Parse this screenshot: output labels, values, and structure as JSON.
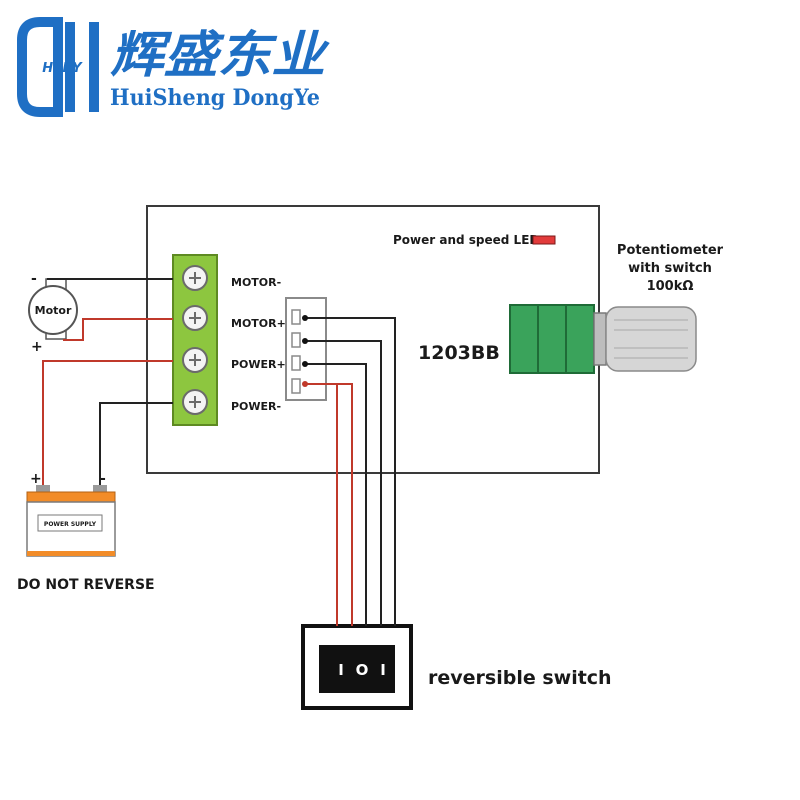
{
  "brand": {
    "logo_tag": "HSDY",
    "name_cn": "辉盛东业",
    "name_en": "HuiSheng DongYe"
  },
  "board": {
    "led_label": "Power and speed LED",
    "model": "1203BB",
    "terminals": [
      "MOTOR-",
      "MOTOR+",
      "POWER+",
      "POWER-"
    ]
  },
  "potentiometer": {
    "line1": "Potentiometer",
    "line2": "with switch",
    "line3": "100kΩ"
  },
  "motor": {
    "label": "Motor",
    "minus": "-",
    "plus": "+"
  },
  "battery": {
    "label": "POWER SUPPLY",
    "plus": "+",
    "minus": "-",
    "warning": "DO NOT REVERSE"
  },
  "switch": {
    "label": "reversible switch",
    "positions": [
      "I",
      "O",
      "I"
    ]
  },
  "colors": {
    "brand_blue": "#1f6fc4",
    "terminal_green": "#8dc63f",
    "pot_green": "#3aa35b",
    "battery_orange": "#f28c28",
    "wire_red": "#c0392b",
    "wire_black": "#222222"
  }
}
